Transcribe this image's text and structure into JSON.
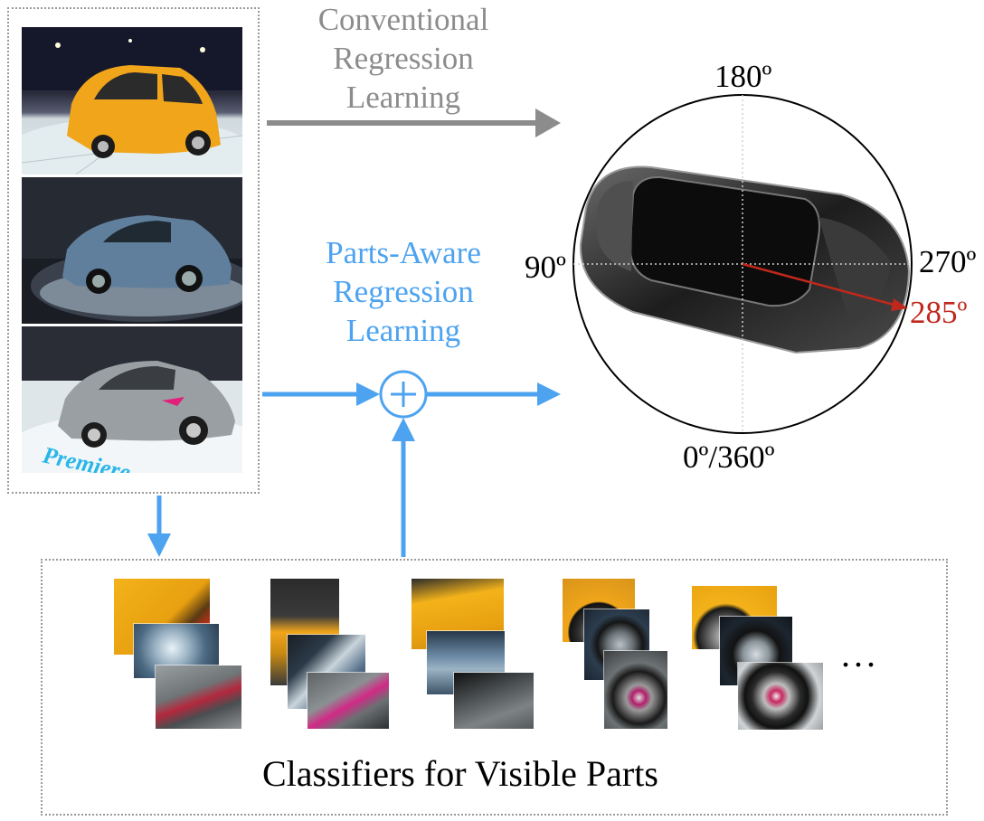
{
  "labels": {
    "conventional": "Conventional\nRegression\nLearning",
    "parts_aware": "Parts-Aware\nRegression\nLearning",
    "classifiers": "Classifiers for  Visible Parts",
    "ellipsis": "...",
    "plus": "+"
  },
  "angles": {
    "top": "180º",
    "left": "90º",
    "right": "270º",
    "bottom": "0º/360º",
    "prediction": "285º"
  },
  "images": {
    "car_photos": [
      "yellow-hatchback-photo",
      "blue-hatchback-photo",
      "silver-concept-car-photo"
    ],
    "premiere_text": "Premiere"
  },
  "colors": {
    "gray_arrow": "#8c8c8c",
    "blue": "#4da3f0",
    "prediction_red": "#c0281c",
    "conventional_text": "#8c8c8c",
    "parts_text": "#4da3f0"
  }
}
